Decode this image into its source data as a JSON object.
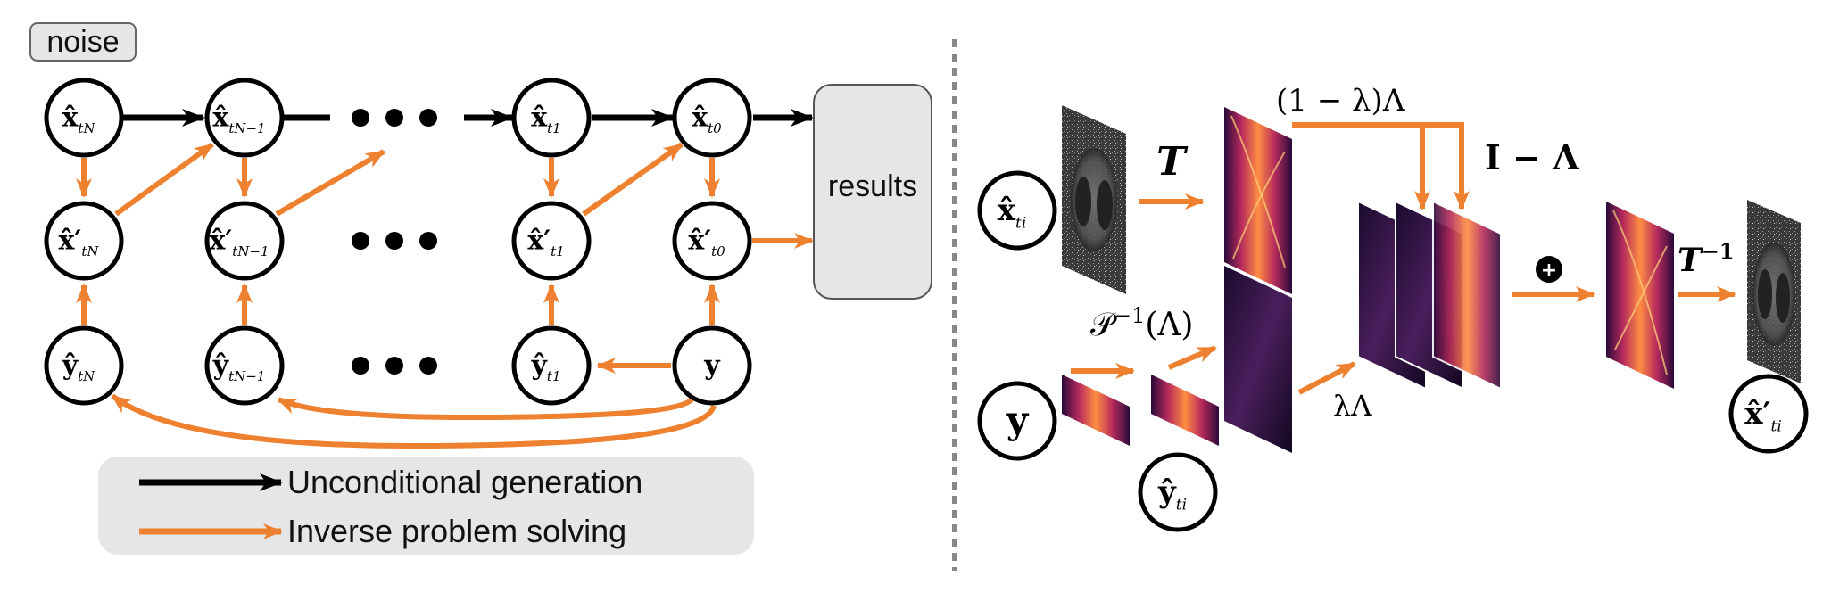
{
  "noise_label": "noise",
  "results_label": "results",
  "legend": {
    "unconditional": "Unconditional generation",
    "inverse": "Inverse problem solving"
  },
  "colors": {
    "orange": "#ee8130",
    "black": "#000000",
    "legend_bg": "#e6e6e6"
  },
  "graph_nodes": {
    "x_row": [
      {
        "base": "x̂",
        "sub": "tN"
      },
      {
        "base": "x̂",
        "sub": "tN−1"
      },
      {
        "base": "x̂",
        "sub": "t1"
      },
      {
        "base": "x̂",
        "sub": "t0"
      }
    ],
    "xp_row": [
      {
        "base": "x̂′",
        "sub": "tN"
      },
      {
        "base": "x̂′",
        "sub": "tN−1"
      },
      {
        "base": "x̂′",
        "sub": "t1"
      },
      {
        "base": "x̂′",
        "sub": "t0"
      }
    ],
    "y_row": [
      {
        "base": "ŷ",
        "sub": "tN"
      },
      {
        "base": "ŷ",
        "sub": "tN−1"
      },
      {
        "base": "ŷ",
        "sub": "t1"
      },
      {
        "base": "y",
        "sub": ""
      }
    ]
  },
  "right_panel": {
    "x_in": {
      "base": "x̂",
      "sub": "ti"
    },
    "y_in": {
      "base": "y",
      "sub": ""
    },
    "y_hat": {
      "base": "ŷ",
      "sub": "ti"
    },
    "x_out": {
      "base": "x̂′",
      "sub": "ti"
    },
    "T_label": "T",
    "Tinv_label": "T",
    "Tinv_sup": "−1",
    "one_minus_lambda": "(1 − λ)Λ",
    "I_minus_lambda": "I − Λ",
    "P_inv_label": "𝒫",
    "P_inv_sup": "−1",
    "P_inv_arg": "(Λ)",
    "lambda_label": "λΛ",
    "plus_symbol": "+"
  }
}
